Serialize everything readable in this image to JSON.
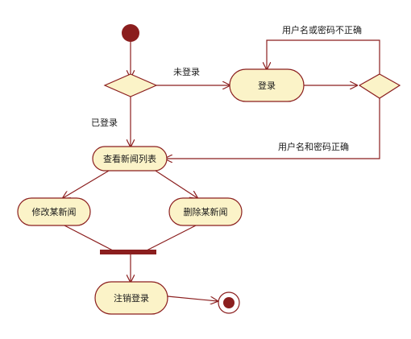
{
  "diagram": {
    "nodes": {
      "login": "登录",
      "view_news_list": "查看新闻列表",
      "edit_news": "修改某新闻",
      "delete_news": "删除某新闻",
      "logout": "注销登录"
    },
    "edges": {
      "not_logged_in": "未登录",
      "logged_in": "已登录",
      "credentials_incorrect": "用户名或密码不正确",
      "credentials_correct": "用户名和密码正确"
    }
  }
}
